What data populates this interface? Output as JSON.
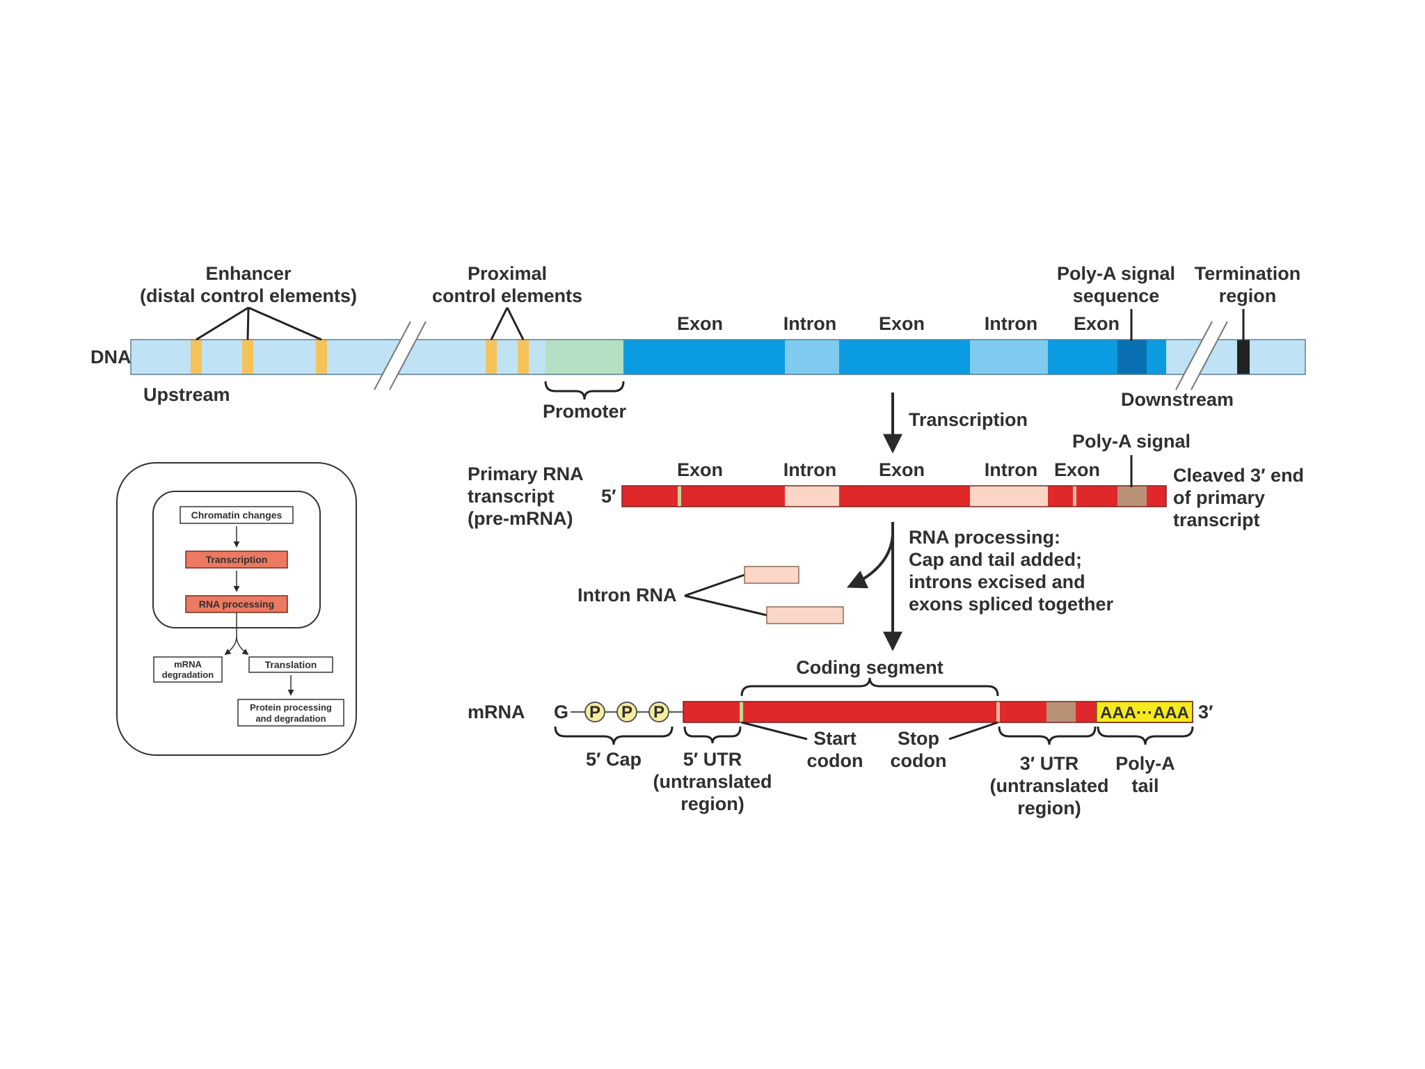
{
  "colors": {
    "dna_light": "#bfe2f4",
    "dna_exon": "#0b9be0",
    "dna_intron": "#7fcbef",
    "promoter": "#b5dfc3",
    "enhancer": "#f5c25a",
    "polya_signal_dna": "#0a6fb0",
    "termination": "#222222",
    "rna_exon": "#e0282b",
    "rna_intron": "#f9d6c6",
    "polya_signal_rna": "#b99276",
    "polya_tail": "#f5ea1e",
    "cap_circle": "#f5eea0",
    "inset_box": "#ec7961"
  },
  "dna": {
    "row_label": "DNA",
    "enhancer_label": [
      "Enhancer",
      "(distal control elements)"
    ],
    "proximal_label": [
      "Proximal",
      "control elements"
    ],
    "upstream": "Upstream",
    "promoter": "Promoter",
    "exon": "Exon",
    "intron": "Intron",
    "polya_seq_label": [
      "Poly-A signal",
      "sequence"
    ],
    "termination_label": [
      "Termination",
      "region"
    ],
    "downstream": "Downstream"
  },
  "transcription": "Transcription",
  "pre_mrna": {
    "label": [
      "Primary RNA",
      "transcript",
      "(pre-mRNA)"
    ],
    "five_prime": "5′",
    "exon": "Exon",
    "intron": "Intron",
    "polya_signal": "Poly-A signal",
    "cleaved": [
      "Cleaved 3′ end",
      "of primary",
      "transcript"
    ]
  },
  "processing": {
    "text": [
      "RNA processing:",
      "Cap and tail added;",
      "introns excised and",
      "exons spliced together"
    ],
    "intron_rna": "Intron RNA"
  },
  "mrna": {
    "label": "mRNA",
    "g": "G",
    "p": "P",
    "coding_segment": "Coding segment",
    "tail_text": "AAA···AAA",
    "three_prime": "3′",
    "cap_label": "5′ Cap",
    "utr5_label": [
      "5′ UTR",
      "(untranslated",
      "region)"
    ],
    "start_codon": [
      "Start",
      "codon"
    ],
    "stop_codon": [
      "Stop",
      "codon"
    ],
    "utr3_label": [
      "3′ UTR",
      "(untranslated",
      "region)"
    ],
    "polya_tail_label": [
      "Poly-A",
      "tail"
    ]
  },
  "inset": {
    "chromatin": "Chromatin changes",
    "transcription": "Transcription",
    "rna_processing": "RNA processing",
    "mrna_degradation": [
      "mRNA",
      "degradation"
    ],
    "translation": "Translation",
    "protein": [
      "Protein processing",
      "and degradation"
    ]
  }
}
